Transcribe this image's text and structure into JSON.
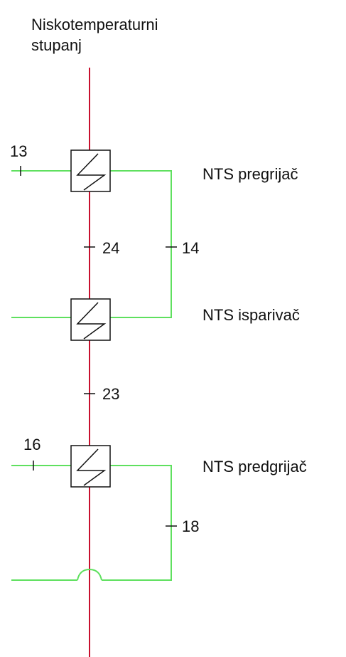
{
  "title": {
    "line1": "Niskotemperaturni",
    "line2": "stupanj"
  },
  "colors": {
    "column_line": "#c8102e",
    "process_line": "#5fe05f",
    "exchanger_stroke": "#111111",
    "exchanger_fill": "#ffffff"
  },
  "exchangers": [
    {
      "name": "NTS pregrijač"
    },
    {
      "name": "NTS isparivač"
    },
    {
      "name": "NTS predgrijač"
    }
  ],
  "streams": [
    "13",
    "24",
    "14",
    "23",
    "16",
    "18"
  ]
}
